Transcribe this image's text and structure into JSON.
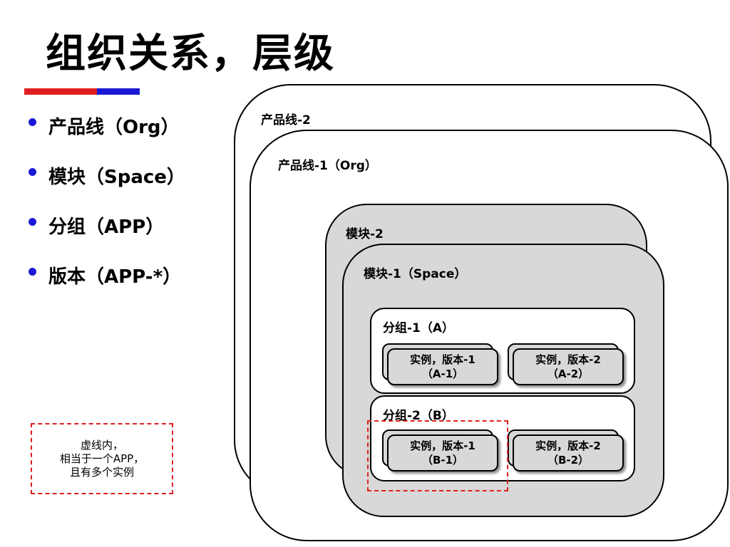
{
  "title": "组织关系，层级",
  "bullets": [
    "产品线（Org）",
    "模块（Space）",
    "分组（APP）",
    "版本（APP-*）"
  ],
  "diagram": {
    "org2_label": "产品线-2",
    "org1_label": "产品线-1（Org）",
    "space2_label": "模块-2",
    "space1_label": "模块-1（Space）",
    "groupA_label": "分组-1（A）",
    "groupB_label": "分组-2（B）",
    "instances": {
      "a1": {
        "line1": "实例，版本-1",
        "line2": "（A-1）"
      },
      "a2": {
        "line1": "实例，版本-2",
        "line2": "（A-2）"
      },
      "b1": {
        "line1": "实例，版本-1",
        "line2": "（B-1）"
      },
      "b2": {
        "line1": "实例，版本-2",
        "line2": "（B-2）"
      }
    }
  },
  "note": {
    "line1": "虚线内，",
    "line2": "相当于一个APP，",
    "line3": "且有多个实例"
  },
  "colors": {
    "accent_red": "#e02020",
    "accent_blue": "#1a1ad6",
    "fill_gray": "#d8d8d8"
  }
}
